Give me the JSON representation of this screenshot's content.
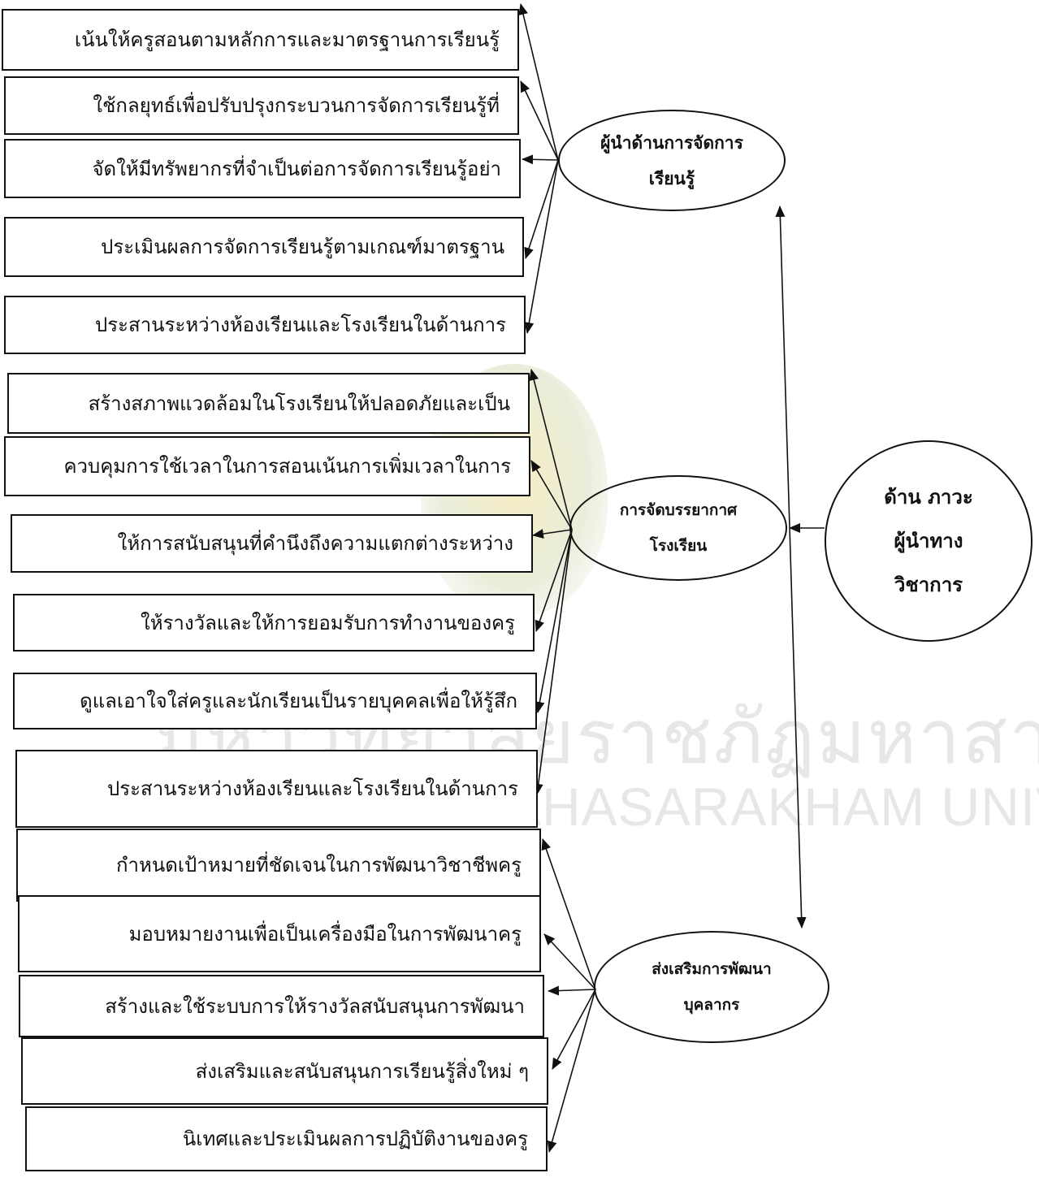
{
  "watermark": {
    "line1": "มหาวิทยาลัยราชภัฏมหาสารคาม",
    "line2": "RAJABHAT MAHASARAKHAM UNIVERSITY"
  },
  "root": {
    "lines": [
      "ด้าน ภาวะ",
      "ผู้นำทาง",
      "วิชาการ"
    ]
  },
  "groups": [
    {
      "lines": [
        "ผู้นำด้านการจัดการ",
        "เรียนรู้"
      ],
      "items": [
        "เน้นให้ครูสอนตามหลักการและมาตรฐานการเรียนรู้",
        "ใช้กลยุทธ์เพื่อปรับปรุงกระบวนการจัดการเรียนรู้ที่",
        "จัดให้มีทรัพยากรที่จำเป็นต่อการจัดการเรียนรู้อย่า",
        "ประเมินผลการจัดการเรียนรู้ตามเกณฑ์มาตรฐาน",
        "ประสานระหว่างห้องเรียนและโรงเรียนในด้านการ"
      ]
    },
    {
      "lines": [
        "การจัดบรรยากาศ",
        "โรงเรียน"
      ],
      "items": [
        "สร้างสภาพแวดล้อมในโรงเรียนให้ปลอดภัยและเป็น",
        "ควบคุมการใช้เวลาในการสอนเน้นการเพิ่มเวลาในการ",
        "ให้การสนับสนุนที่คำนึงถึงความแตกต่างระหว่าง",
        "ให้รางวัลและให้การยอมรับการทำงานของครู",
        "ดูแลเอาใจใส่ครูและนักเรียนเป็นรายบุคคลเพื่อให้รู้สึก",
        "ประสานระหว่างห้องเรียนและโรงเรียนในด้านการ"
      ]
    },
    {
      "lines": [
        "ส่งเสริมการพัฒนา",
        "บุคลากร"
      ],
      "items": [
        "กำหนดเป้าหมายที่ชัดเจนในการพัฒนาวิชาชีพครู",
        "มอบหมายงานเพื่อเป็นเครื่องมือในการพัฒนาครู",
        "สร้างและใช้ระบบการให้รางวัลสนับสนุนการพัฒนา",
        "ส่งเสริมและสนับสนุนการเรียนรู้สิ่งใหม่ ๆ",
        "นิเทศและประเมินผลการปฏิบัติงานของครู"
      ]
    }
  ]
}
